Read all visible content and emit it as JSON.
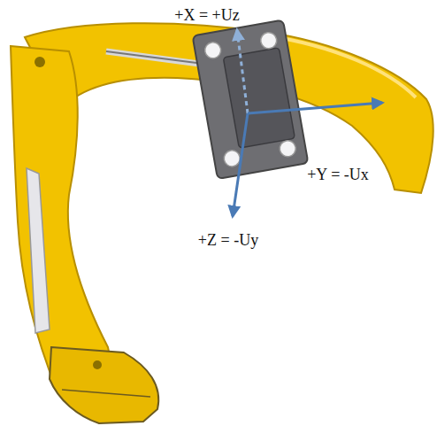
{
  "diagram": {
    "labels": [
      "+X = +Uz",
      "+Y = -Ux",
      "+Z = -Uy"
    ]
  }
}
